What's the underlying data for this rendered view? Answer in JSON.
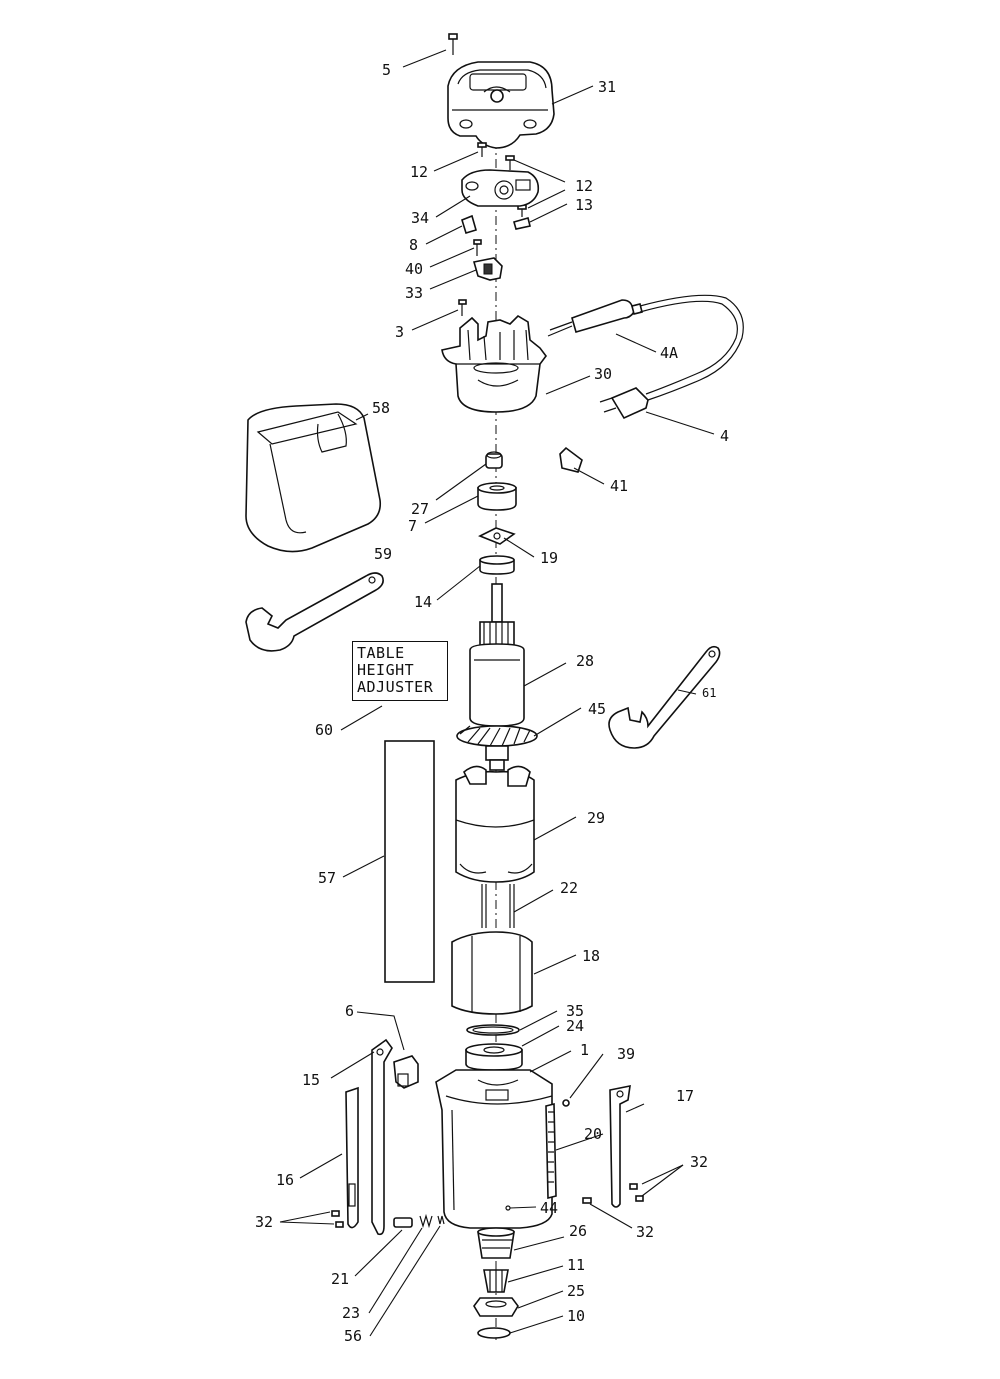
{
  "diagram": {
    "type": "exploded parts view",
    "table_height_adjuster_box": [
      "TABLE",
      "HEIGHT",
      "ADJUSTER"
    ],
    "part_labels": [
      "5",
      "31",
      "12",
      "12",
      "13",
      "34",
      "8",
      "40",
      "33",
      "3",
      "4A",
      "30",
      "4",
      "58",
      "41",
      "27",
      "7",
      "19",
      "14",
      "59",
      "28",
      "60",
      "45",
      "61",
      "29",
      "57",
      "22",
      "18",
      "6",
      "35",
      "24",
      "1",
      "39",
      "15",
      "17",
      "20",
      "16",
      "32",
      "32",
      "44",
      "32",
      "26",
      "21",
      "11",
      "23",
      "25",
      "56",
      "10"
    ]
  }
}
